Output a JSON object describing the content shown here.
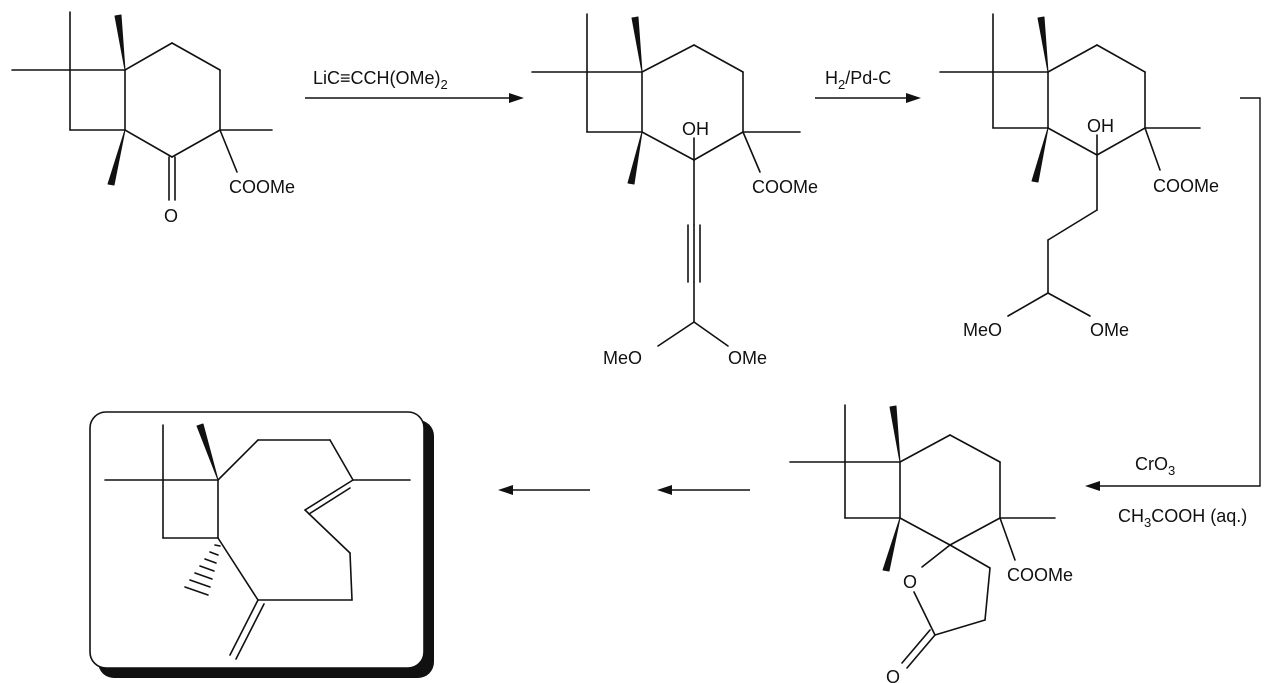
{
  "reagents": {
    "step1": "LiC≡CCH(OMe)",
    "step1_sub": "2",
    "step2_h": "H",
    "step2_sub": "2",
    "step2_rest": "/Pd-C",
    "step3_cro": "CrO",
    "step3_cro_sub": "3",
    "step3_acid_ch": "CH",
    "step3_acid_sub": "3",
    "step3_acid_rest": "COOH (aq.)"
  },
  "labels": {
    "ketone_o": "O",
    "coome": "COOMe",
    "oh": "OH",
    "meo": "MeO",
    "ome": "OMe",
    "lactone_o": "O"
  }
}
